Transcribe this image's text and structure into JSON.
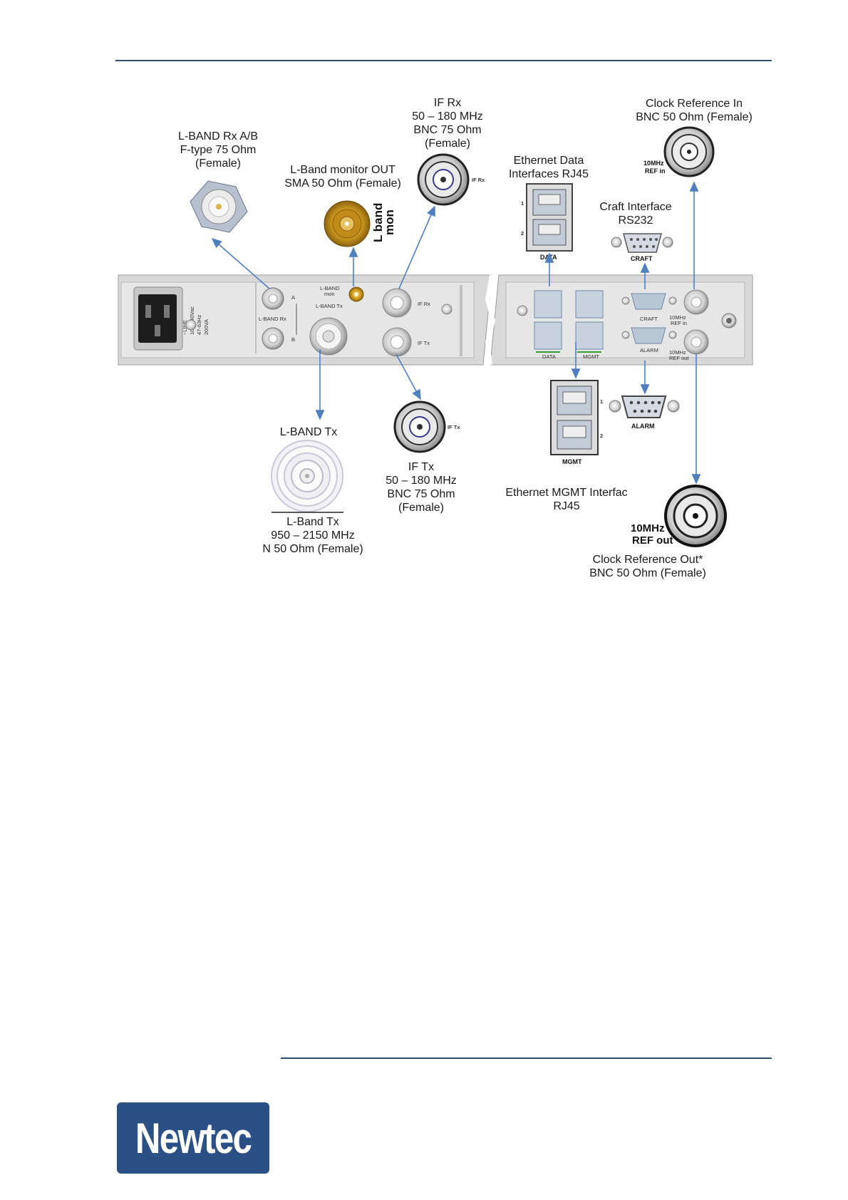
{
  "callouts": {
    "lband_rx": [
      "L-BAND Rx A/B",
      "F-type 75 Ohm",
      "(Female)"
    ],
    "lband_mon": [
      "L-Band monitor OUT",
      "SMA 50 Ohm  (Female)"
    ],
    "if_rx": [
      "IF  Rx",
      "50 – 180 MHz",
      "BNC 75 Ohm",
      "(Female)"
    ],
    "eth_data": [
      "Ethernet  Data",
      "Interfaces  RJ45"
    ],
    "craft": [
      "Craft Interface",
      "RS232"
    ],
    "clock_in": [
      "Clock Reference In",
      "BNC 50 Ohm (Female)"
    ],
    "lband_tx_title": [
      "L-BAND  Tx"
    ],
    "lband_tx": [
      "L-Band Tx",
      "950 – 2150 MHz",
      "N 50 Ohm (Female)"
    ],
    "if_tx": [
      "IF  Tx",
      "50 – 180 MHz",
      "BNC 75 Ohm",
      "(Female)"
    ],
    "eth_mgmt": [
      "Ethernet  MGMT  Interfac",
      "RJ45"
    ],
    "clock_out": [
      "Clock Reference  Out*",
      "BNC 50 Ohm (Female)"
    ]
  },
  "panel_labels": {
    "power": [
      "~LINE",
      "100-240Vac",
      "47-63Hz",
      "200VA"
    ],
    "lband_rx": "L-BAND Rx",
    "port_a": "A",
    "port_b": "B",
    "lband_mon": [
      "L-BAND",
      "mon"
    ],
    "lband_tx": "L-BAND Tx",
    "if_rx": "IF Rx",
    "if_tx": "IF Tx",
    "data": "DATA",
    "mgmt": "MGMT",
    "craft": "CRAFT",
    "alarm": "ALARM",
    "ref_in": [
      "10MHz",
      "REF in"
    ],
    "ref_out": [
      "10MHz",
      "REF out"
    ]
  },
  "detail_labels": {
    "lband_mon": [
      "L band",
      "mon"
    ],
    "if_rx": "IF Rx",
    "if_tx": "IF Tx",
    "data": "DATA",
    "craft": "CRAFT",
    "alarm": "ALARM",
    "mgmt": "MGMT",
    "port1": "1",
    "port2": "2",
    "ref_in": [
      "10MHz",
      "REF in"
    ],
    "ref_out": [
      "10MHz",
      "REF out"
    ]
  },
  "logo": "Newtec",
  "colors": {
    "rule": "#2f4f6f",
    "arrow": "#4f7fbf",
    "logo_bg": "#2b5086",
    "sma_gold": "#d4a020",
    "panel": "#e2e2e2"
  }
}
